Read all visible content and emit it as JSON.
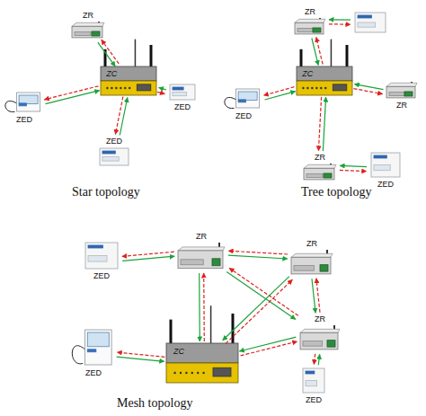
{
  "diagram": {
    "nodes": [
      {
        "text": [
          "ZR"
        ]
      },
      {
        "text": [
          "ZED"
        ]
      },
      {
        "text": [
          "ZC"
        ]
      },
      {
        "text": [
          "ZED"
        ]
      },
      {
        "text": [
          "ZED"
        ]
      },
      {
        "text": [
          "ZR"
        ]
      },
      {
        "text": []
      },
      {
        "text": [
          "ZED"
        ]
      },
      {
        "text": [
          "ZC"
        ]
      },
      {
        "text": [
          "ZR"
        ]
      },
      {
        "text": [
          "ZR"
        ]
      },
      {
        "text": [
          "ZED"
        ]
      },
      {
        "text": [
          "ZED"
        ]
      },
      {
        "text": [
          "ZR"
        ]
      },
      {
        "text": [
          "ZR"
        ]
      },
      {
        "text": [
          "ZED"
        ]
      },
      {
        "text": [
          "ZC"
        ]
      },
      {
        "text": [
          "ZR"
        ]
      },
      {
        "text": [
          "ZED"
        ]
      }
    ],
    "edges": [
      {
        "from": 0,
        "to": 2,
        "arrow": "to"
      },
      {
        "from": 2,
        "to": 0,
        "arrow": "to"
      },
      {
        "from": 1,
        "to": 2,
        "arrow": "to"
      },
      {
        "from": 2,
        "to": 1,
        "arrow": "to"
      },
      {
        "from": 3,
        "to": 2,
        "arrow": "to"
      },
      {
        "from": 2,
        "to": 3,
        "arrow": "to"
      },
      {
        "from": 4,
        "to": 2,
        "arrow": "to"
      },
      {
        "from": 2,
        "to": 4,
        "arrow": "to"
      },
      {
        "from": 5,
        "to": 8,
        "arrow": "to"
      },
      {
        "from": 8,
        "to": 5,
        "arrow": "to"
      },
      {
        "from": 6,
        "to": 5,
        "arrow": "to"
      },
      {
        "from": 5,
        "to": 6,
        "arrow": "to"
      },
      {
        "from": 7,
        "to": 8,
        "arrow": "to"
      },
      {
        "from": 8,
        "to": 7,
        "arrow": "to"
      },
      {
        "from": 9,
        "to": 8,
        "arrow": "to"
      },
      {
        "from": 8,
        "to": 9,
        "arrow": "to"
      },
      {
        "from": 10,
        "to": 8,
        "arrow": "to"
      },
      {
        "from": 8,
        "to": 10,
        "arrow": "to"
      },
      {
        "from": 11,
        "to": 10,
        "arrow": "to"
      },
      {
        "from": 10,
        "to": 11,
        "arrow": "to"
      },
      {
        "from": 12,
        "to": 13,
        "arrow": "to"
      },
      {
        "from": 13,
        "to": 12,
        "arrow": "to"
      },
      {
        "from": 13,
        "to": 14,
        "arrow": "to"
      },
      {
        "from": 14,
        "to": 13,
        "arrow": "to"
      },
      {
        "from": 13,
        "to": 16,
        "arrow": "to"
      },
      {
        "from": 16,
        "to": 13,
        "arrow": "to"
      },
      {
        "from": 13,
        "to": 17,
        "arrow": "to"
      },
      {
        "from": 17,
        "to": 13,
        "arrow": "to"
      },
      {
        "from": 14,
        "to": 16,
        "arrow": "to"
      },
      {
        "from": 16,
        "to": 14,
        "arrow": "to"
      },
      {
        "from": 14,
        "to": 17,
        "arrow": "to"
      },
      {
        "from": 17,
        "to": 14,
        "arrow": "to"
      },
      {
        "from": 17,
        "to": 16,
        "arrow": "to"
      },
      {
        "from": 16,
        "to": 17,
        "arrow": "to"
      },
      {
        "from": 15,
        "to": 16,
        "arrow": "to"
      },
      {
        "from": 16,
        "to": 15,
        "arrow": "to"
      },
      {
        "from": 18,
        "to": 17,
        "arrow": "to"
      },
      {
        "from": 17,
        "to": 18,
        "arrow": "to"
      }
    ],
    "labels": [
      "Star topology",
      "Tree topology",
      "Mesh topology"
    ]
  }
}
